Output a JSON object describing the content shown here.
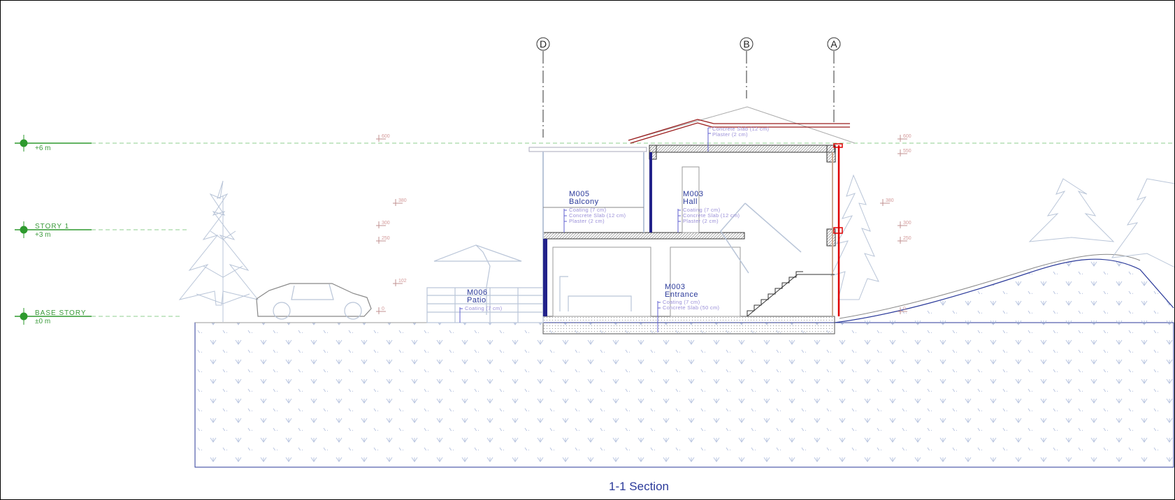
{
  "levels": [
    {
      "name": "",
      "value": "+6 m"
    },
    {
      "name": "STORY 1",
      "value": "+3 m"
    },
    {
      "name": "BASE STORY",
      "value": "±0 m"
    }
  ],
  "grid_markers": [
    "D",
    "B",
    "A"
  ],
  "elevations_left": [
    "600",
    "380",
    "300",
    "250",
    "102",
    "0"
  ],
  "elevations_right": [
    "600",
    "550",
    "380",
    "300",
    "250",
    "0"
  ],
  "rooms": [
    {
      "number": "M005",
      "name": "Balcony",
      "layers": [
        "Coating (7 cm)",
        "Concrete Slab (12 cm)",
        "Plaster (2 cm)"
      ]
    },
    {
      "number": "M003",
      "name": "Hall",
      "layers": [
        "Coating (7 cm)",
        "Concrete Slab (12 cm)",
        "Plaster (2 cm)"
      ]
    },
    {
      "number": "M003",
      "name": "Entrance",
      "layers": [
        "Coating (7 cm)",
        "Concrete Slab (50 cm)"
      ]
    },
    {
      "number": "M006",
      "name": "Patio",
      "layers": [
        "Coating (7 cm)"
      ]
    }
  ],
  "roof_layers": [
    "Concrete Slab (12 cm)",
    "Plaster (2 cm)"
  ],
  "title": "1-1 Section",
  "colors": {
    "level": "#2e9a2e",
    "wall_red": "#e00000",
    "roof": "#9b1c1c",
    "annotation": "#2b3a9a",
    "landscape": "#b9c5d8"
  }
}
